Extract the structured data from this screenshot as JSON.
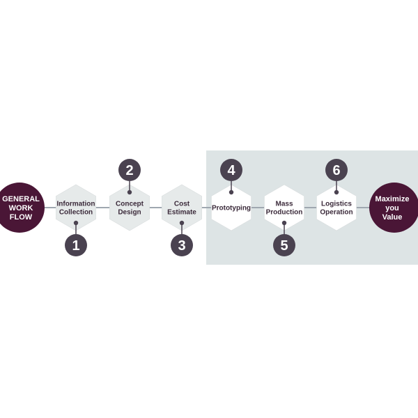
{
  "colors": {
    "accent": "#4a1636",
    "badge": "#4a4250",
    "hex_fill_light": "#e6eaea",
    "hex_fill_white": "#ffffff",
    "line": "#9fa7b0",
    "panel": "#dde4e5"
  },
  "start_node": {
    "lines": [
      "GENERAL",
      "WORK",
      "FLOW"
    ]
  },
  "end_node": {
    "lines": [
      "Maximize",
      "you",
      "Value"
    ]
  },
  "steps": [
    {
      "number": "1",
      "lines": [
        "Information",
        "Collection"
      ],
      "badge_position": "below"
    },
    {
      "number": "2",
      "lines": [
        "Concept",
        "Design"
      ],
      "badge_position": "above"
    },
    {
      "number": "3",
      "lines": [
        "Cost",
        "Estimate"
      ],
      "badge_position": "below"
    },
    {
      "number": "4",
      "lines": [
        "Prototyping"
      ],
      "badge_position": "above"
    },
    {
      "number": "5",
      "lines": [
        "Mass",
        "Production"
      ],
      "badge_position": "below"
    },
    {
      "number": "6",
      "lines": [
        "Logistics",
        "Operation"
      ],
      "badge_position": "above"
    }
  ]
}
